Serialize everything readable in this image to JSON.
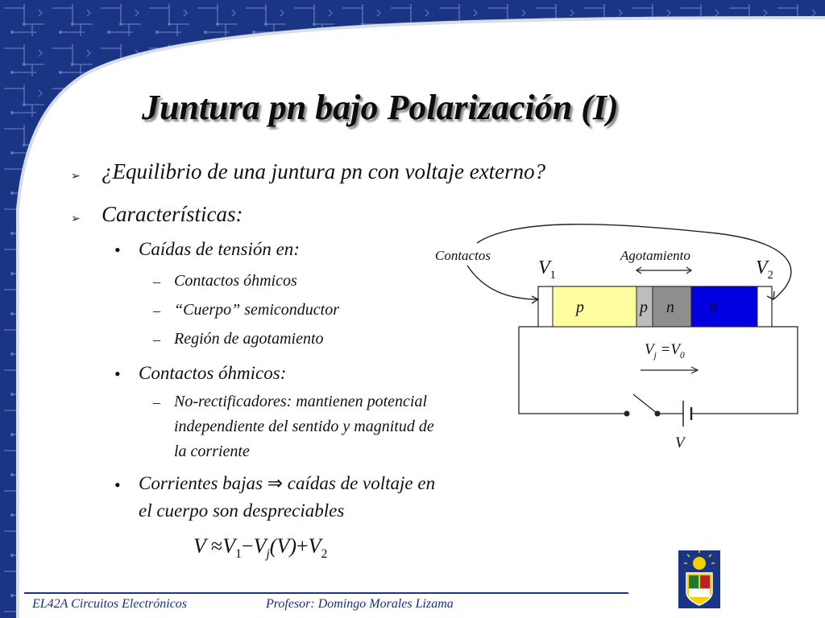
{
  "slide": {
    "title": "Juntura pn bajo Polarización (I)",
    "bullets": {
      "q1": "¿Equilibrio de una juntura pn con voltaje externo?",
      "q2": "Características:",
      "caidas": "Caídas de tensión en:",
      "caidas_items": [
        "Contactos óhmicos",
        "“Cuerpo” semiconductor",
        "Región de agotamiento"
      ],
      "contactos": "Contactos óhmicos:",
      "contactos_items": [
        "No-rectificadores: mantienen potencial",
        "independiente del sentido y magnitud de",
        "la corriente"
      ],
      "corrientes_a": "Corrientes bajas",
      "corrientes_b": "caídas de voltaje en",
      "corrientes_c": "el cuerpo son despreciables"
    },
    "equation": {
      "v": "V",
      "approx": "≈",
      "v1": "V",
      "v1_sub": "1",
      "minus": "−",
      "vj": "V",
      "vj_sub": "j",
      "paren": "(V)",
      "plus": "+",
      "v2": "V",
      "v2_sub": "2"
    },
    "diagram": {
      "contactos_label": "Contactos",
      "agotamiento_label": "Agotamiento",
      "v1": "V",
      "v1_sub": "1",
      "v2": "V",
      "v2_sub": "2",
      "region_p1": "p",
      "region_p2": "p",
      "region_n1": "n",
      "region_n2": "n",
      "vj_label": "V",
      "vj_sub": "j",
      "vj_eq": "=V",
      "vj_eq_sub": "0",
      "source_label": "V"
    },
    "footer": {
      "course": "EL42A Circuitos Electrónicos",
      "professor": "Profesor: Domingo Morales Lizama"
    },
    "colors": {
      "banner": "#1b3585",
      "p_region": "#fefea0",
      "depletion_p": "#bdbdbd",
      "depletion_n": "#8e8e8e",
      "n_region": "#0000e0"
    }
  }
}
